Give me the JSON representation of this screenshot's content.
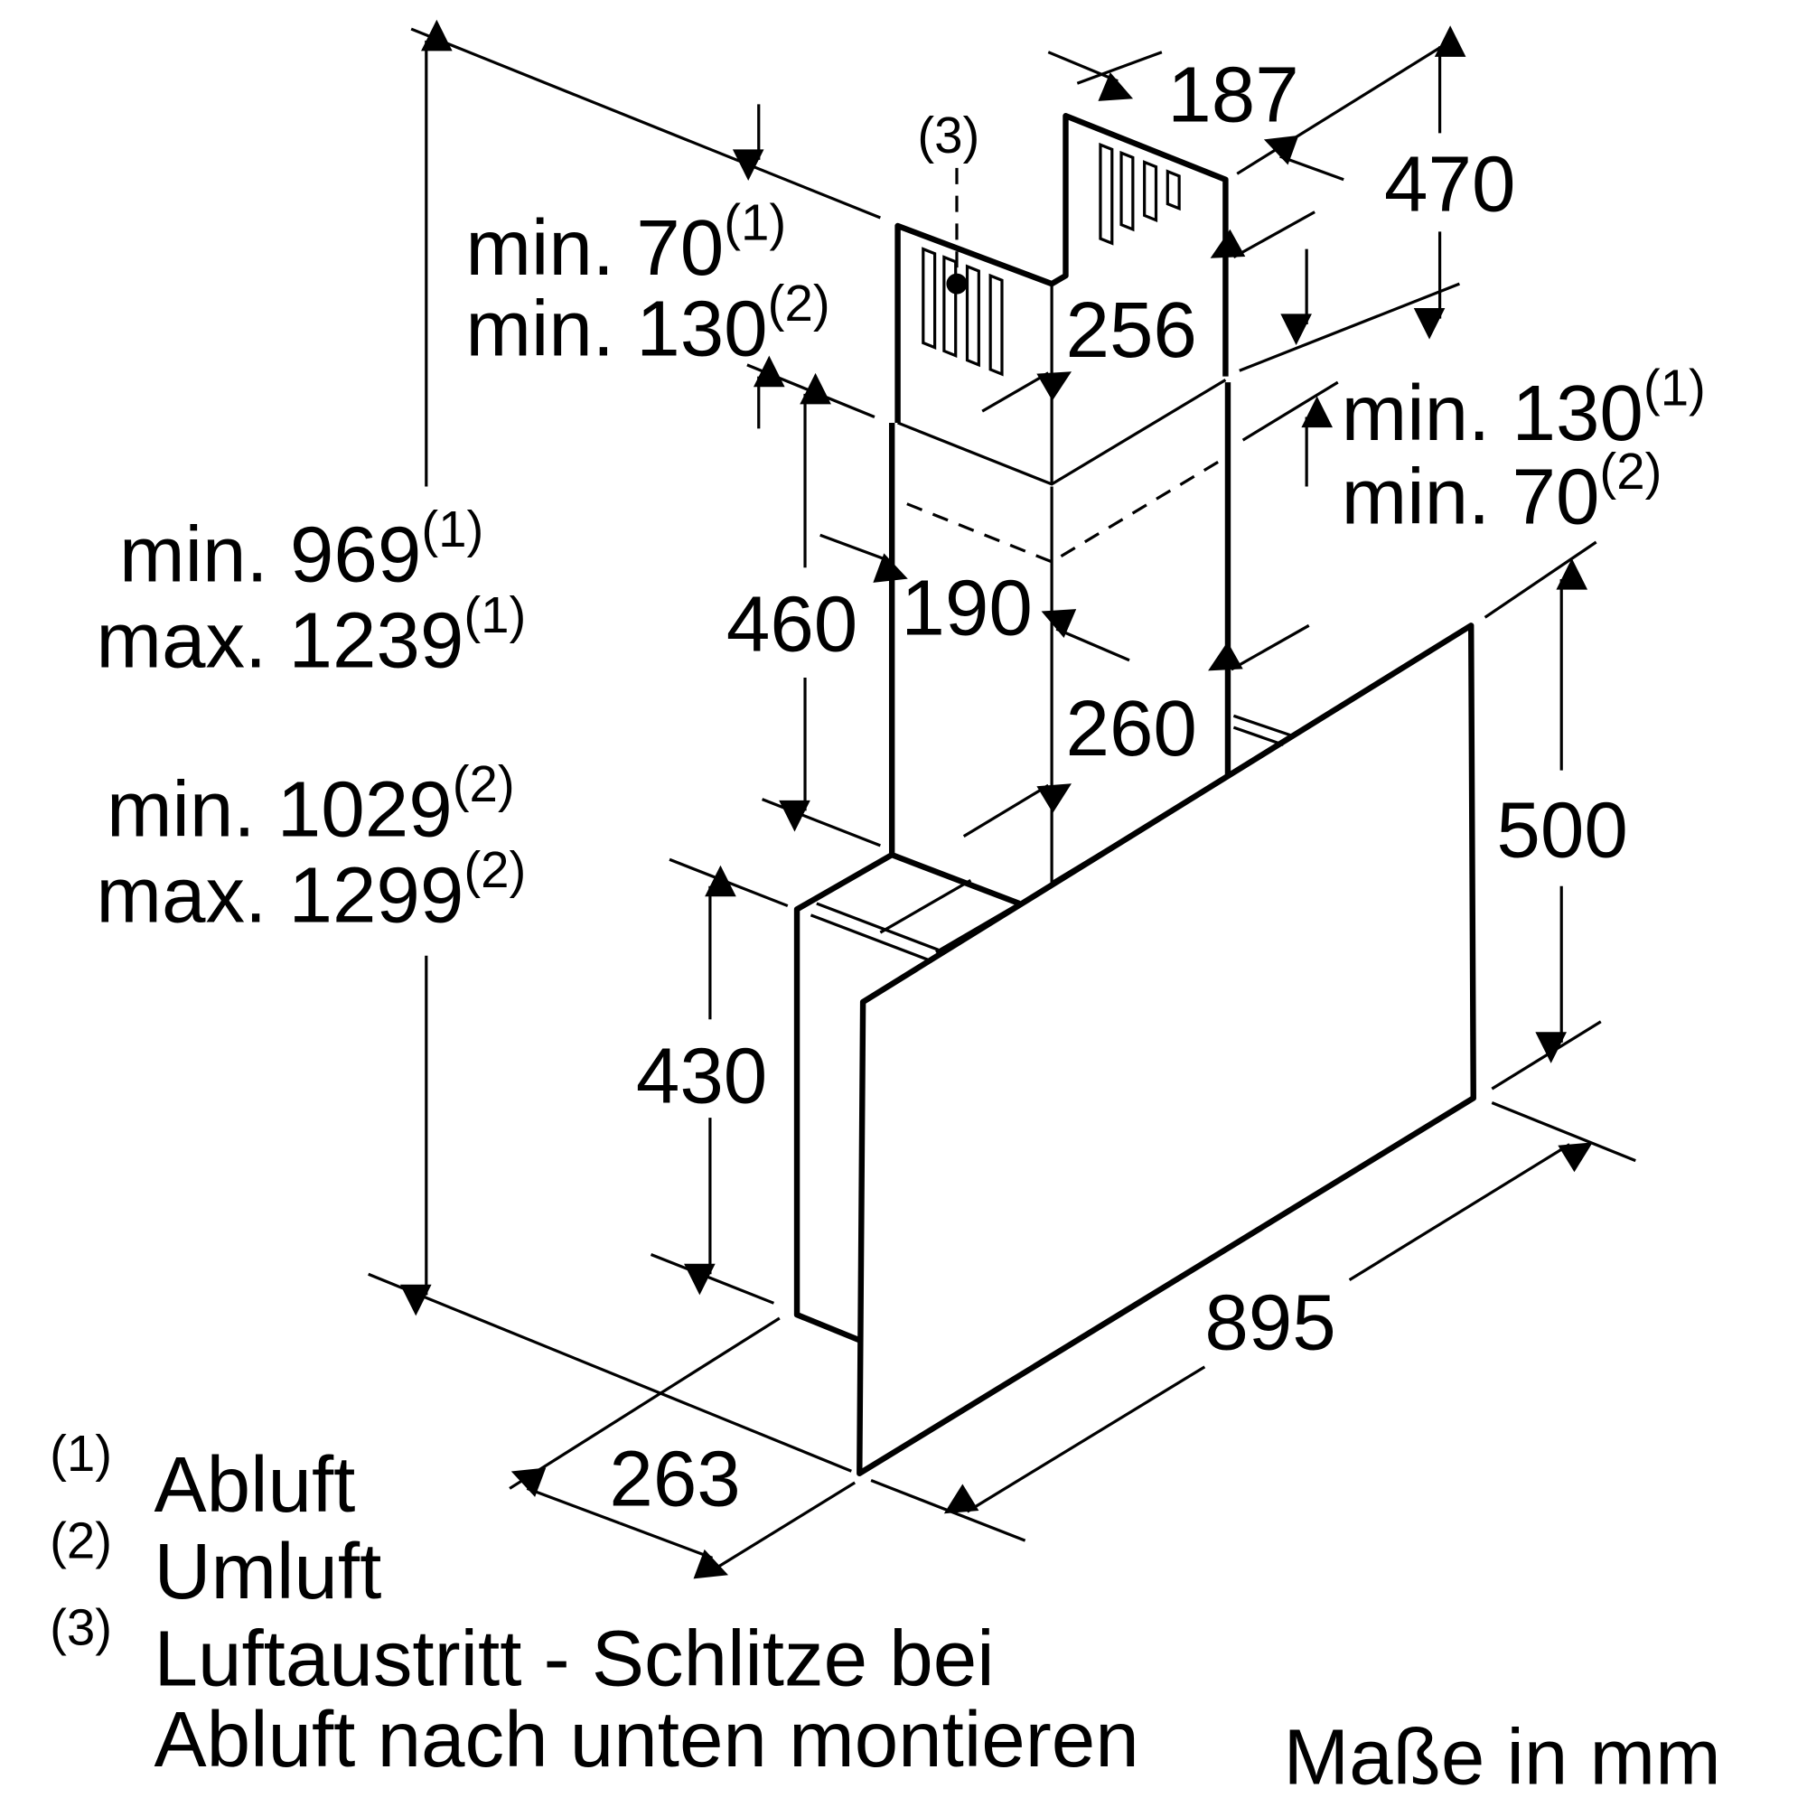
{
  "unit_note": "Maße in mm",
  "dimensions": {
    "d187": "187",
    "d470": "470",
    "d256": "256",
    "d190": "190",
    "d260": "260",
    "d460": "460",
    "d430": "430",
    "d500": "500",
    "d895": "895",
    "d263": "263"
  },
  "labels": {
    "top_left_1": {
      "text": "min. 70",
      "sup": "(1)"
    },
    "top_left_2": {
      "text": "min. 130",
      "sup": "(2)"
    },
    "right_1": {
      "text": "min. 130",
      "sup": "(1)"
    },
    "right_2": {
      "text": "min. 70",
      "sup": "(2)"
    },
    "h_abluft_min": {
      "text": "min. 969",
      "sup": "(1)"
    },
    "h_abluft_max": {
      "text": "max. 1239",
      "sup": "(1)"
    },
    "h_umluft_min": {
      "text": "min. 1029",
      "sup": "(2)"
    },
    "h_umluft_max": {
      "text": "max. 1299",
      "sup": "(2)"
    },
    "slot_marker": "(3)"
  },
  "legend": [
    {
      "marker": "(1)",
      "text": "Abluft"
    },
    {
      "marker": "(2)",
      "text": "Umluft"
    },
    {
      "marker": "(3)",
      "text": "Luftaustritt - Schlitze bei",
      "text2": "Abluft nach unten montieren"
    }
  ]
}
